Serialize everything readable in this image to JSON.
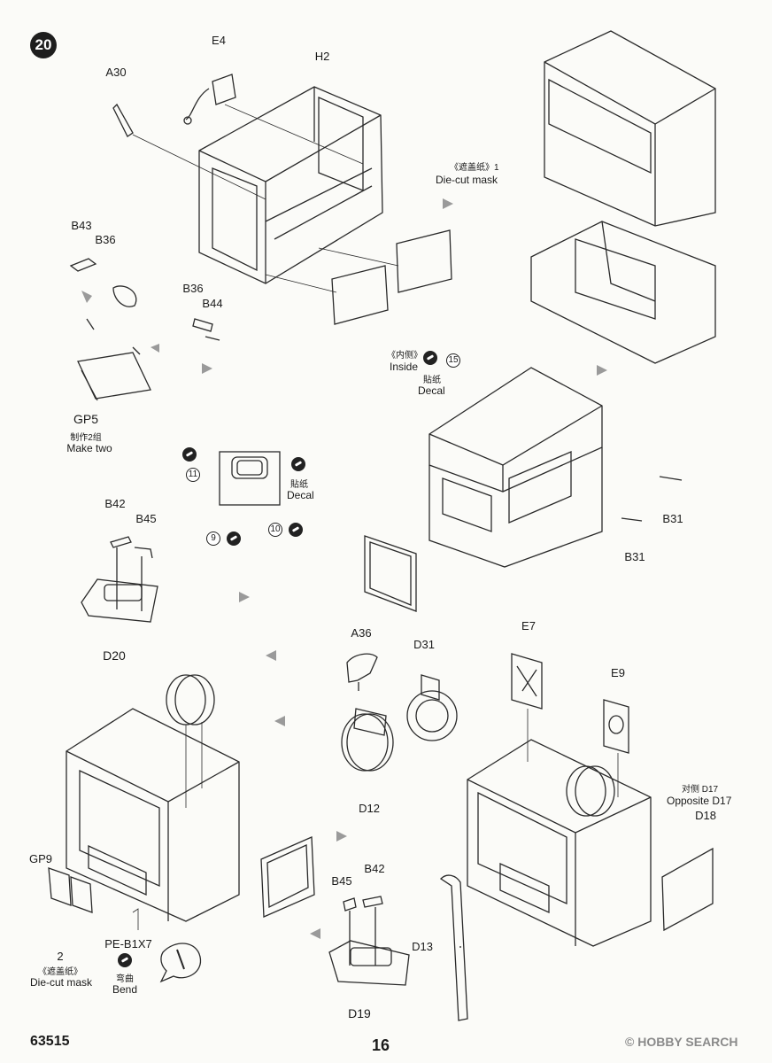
{
  "step_number": "20",
  "footer": {
    "code": "63515",
    "page": "16",
    "watermark": "© HOBBY SEARCH"
  },
  "labels": {
    "E4": "E4",
    "A30": "A30",
    "H2": "H2",
    "die_cut_top_cn": "《遮盖纸》1",
    "die_cut_top_en": "Die-cut mask",
    "B43": "B43",
    "B36_a": "B36",
    "B36_b": "B36",
    "B44": "B44",
    "GP5": "GP5",
    "make_two_cn": "制作2组",
    "make_two_en": "Make two",
    "inside_cn": "《内侧》",
    "inside_en": "Inside",
    "decal_cn_a": "貼纸",
    "decal_en_a": "Decal",
    "decal_num_15": "15",
    "decal_cn_b": "貼纸",
    "decal_en_b": "Decal",
    "num_11": "11",
    "num_9": "9",
    "num_10": "10",
    "B42_a": "B42",
    "B45_a": "B45",
    "D20": "D20",
    "B31_a": "B31",
    "B31_b": "B31",
    "A36": "A36",
    "D31": "D31",
    "D12": "D12",
    "E7": "E7",
    "E9": "E9",
    "opposite_cn": "对侧 D17",
    "opposite_en": "Opposite D17",
    "D18": "D18",
    "GP9": "GP9",
    "die_cut_bot_num": "2",
    "die_cut_bot_cn": "《遮盖纸》",
    "die_cut_bot_en": "Die-cut mask",
    "PE_B1X7": "PE-B1X7",
    "bend_cn": "弯曲",
    "bend_en": "Bend",
    "B45_b": "B45",
    "B42_b": "B42",
    "D13": "D13",
    "D19": "D19"
  },
  "icons": {
    "decal": "decal-brush-icon",
    "arrow": "process-arrow-icon",
    "bend": "bend-icon"
  },
  "colors": {
    "ink": "#1a1a1a",
    "paper": "#fbfbf8",
    "arrow": "#9a9a9a"
  }
}
